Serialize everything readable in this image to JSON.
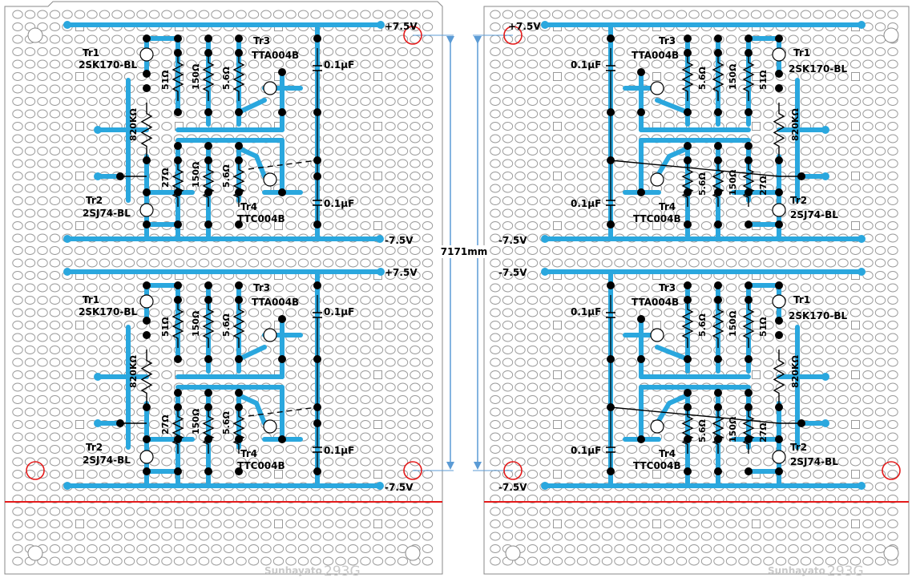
{
  "colors": {
    "trace": "#2aa7de",
    "dimension_line": "#5b9bd5",
    "cut_line": "#e41a1a",
    "mount_hole": "#e41a1a",
    "pad": "#9a9a9a",
    "solder": "#000000",
    "wire": "#000000"
  },
  "dimension": {
    "text": "7171mm"
  },
  "board": {
    "brand": "Sunhayato",
    "model": "293G"
  },
  "left_board": {
    "units": [
      {
        "rail_top": "+7.5V",
        "rail_bottom": "-7.5V",
        "tr1_name": "Tr1",
        "tr1_part": "2SK170-BL",
        "tr2_name": "Tr2",
        "tr2_part": "2SJ74-BL",
        "tr3_name": "Tr3",
        "tr3_part": "TTA004B",
        "tr4_name": "Tr4",
        "tr4_part": "TTC004B",
        "cap_top": "0.1µF",
        "cap_bottom": "0.1µF",
        "r_51": "51Ω",
        "r_150a": "150Ω",
        "r_56a": "5.6Ω",
        "r_27": "27Ω",
        "r_150b": "150Ω",
        "r_56b": "5.6Ω",
        "r_820k": "820KΩ"
      },
      {
        "rail_top": "+7.5V",
        "rail_bottom": "-7.5V",
        "tr1_name": "Tr1",
        "tr1_part": "2SK170-BL",
        "tr2_name": "Tr2",
        "tr2_part": "2SJ74-BL",
        "tr3_name": "Tr3",
        "tr3_part": "TTA004B",
        "tr4_name": "Tr4",
        "tr4_part": "TTC004B",
        "cap_top": "0.1µF",
        "cap_bottom": "0.1µF",
        "r_51": "51Ω",
        "r_150a": "150Ω",
        "r_56a": "5.6Ω",
        "r_27": "27Ω",
        "r_150b": "150Ω",
        "r_56b": "5.6Ω",
        "r_820k": "820KΩ"
      }
    ]
  },
  "right_board": {
    "units": [
      {
        "rail_top": "+7.5V",
        "rail_bottom": "-7.5V",
        "tr1_name": "Tr1",
        "tr1_part": "2SK170-BL",
        "tr2_name": "Tr2",
        "tr2_part": "2SJ74-BL",
        "tr3_name": "Tr3",
        "tr3_part": "TTA004B",
        "tr4_name": "Tr4",
        "tr4_part": "TTC004B",
        "cap_top": "0.1µF",
        "cap_bottom": "0.1µF",
        "r_51": "51Ω",
        "r_150a": "150Ω",
        "r_56a": "5.6Ω",
        "r_27": "27Ω",
        "r_150b": "150Ω",
        "r_56b": "5.6Ω",
        "r_820k": "820KΩ"
      },
      {
        "rail_top": "-7.5V",
        "rail_bottom": "-7.5V",
        "tr1_name": "Tr1",
        "tr1_part": "2SK170-BL",
        "tr2_name": "Tr2",
        "tr2_part": "2SJ74-BL",
        "tr3_name": "Tr3",
        "tr3_part": "TTA004B",
        "tr4_name": "Tr4",
        "tr4_part": "TTC004B",
        "cap_top": "0.1µF",
        "cap_bottom": "0.1µF",
        "r_51": "51Ω",
        "r_150a": "150Ω",
        "r_56a": "5.6Ω",
        "r_27": "27Ω",
        "r_150b": "150Ω",
        "r_56b": "5.6Ω",
        "r_820k": "820KΩ"
      }
    ]
  }
}
